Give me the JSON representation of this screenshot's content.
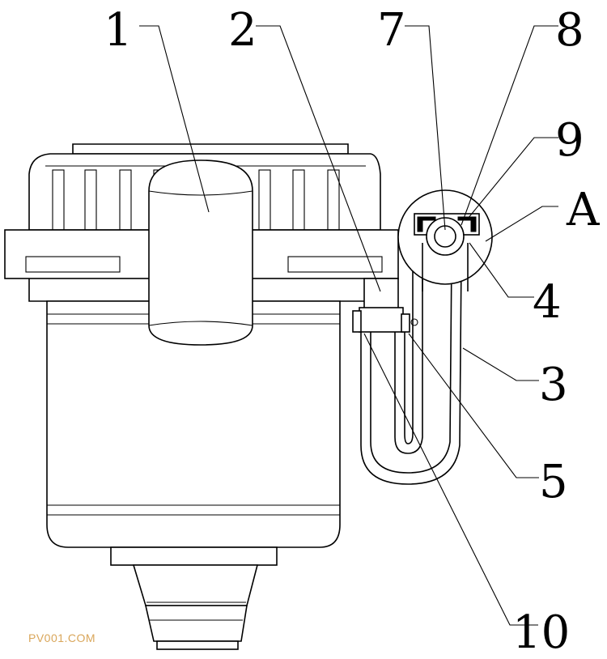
{
  "diagram": {
    "labels": [
      "1",
      "2",
      "7",
      "8",
      "9",
      "A",
      "4",
      "3",
      "5",
      "10"
    ],
    "watermark": "PV001.COM"
  }
}
